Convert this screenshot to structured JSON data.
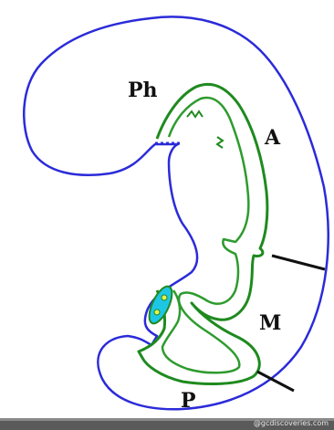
{
  "diagram": {
    "labels": {
      "ph": "Ph",
      "a": "A",
      "m": "M",
      "p": "P"
    },
    "watermark": "@gcdiscoveries.com",
    "colors": {
      "embryo_outline": "#2b2bd9",
      "gut_tube": "#1f8a1f",
      "gut_inner": "#2e9b2e",
      "cloaca_fill": "#1ec6e6",
      "label_text": "#111111",
      "pointer": "#111111",
      "footer_bar": "#5a5a5a"
    }
  }
}
